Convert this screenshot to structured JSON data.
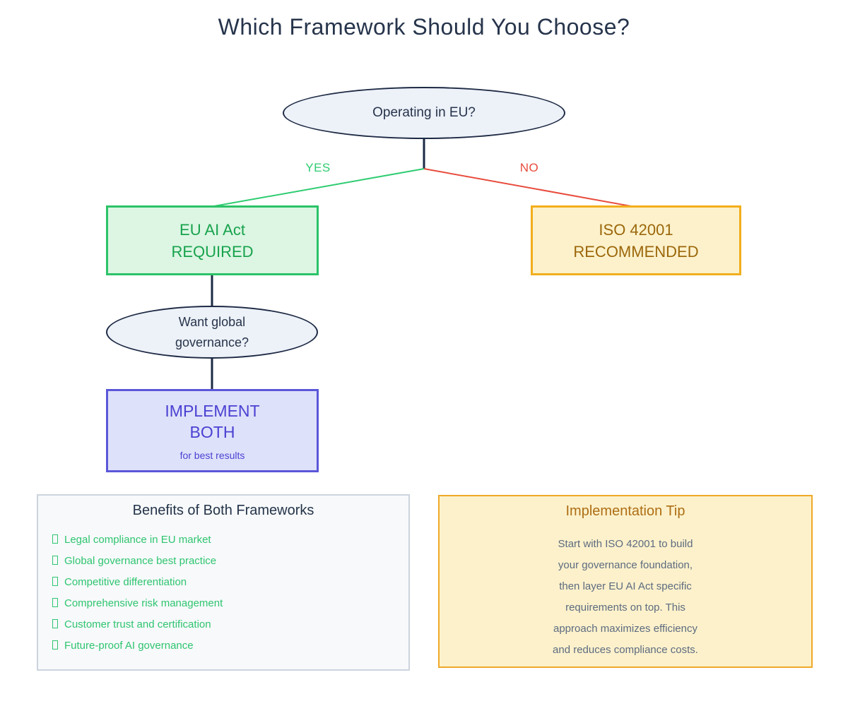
{
  "title": "Which Framework Should You Choose?",
  "flowchart": {
    "root_question": "Operating in EU?",
    "yes_label": "YES",
    "no_label": "NO",
    "eu_box": {
      "line1": "EU AI Act",
      "line2": "REQUIRED"
    },
    "iso_box": {
      "line1": "ISO 42001",
      "line2": "RECOMMENDED"
    },
    "second_question": {
      "line1": "Want global",
      "line2": "governance?"
    },
    "both_box": {
      "line1": "IMPLEMENT",
      "line2": "BOTH",
      "subtext": "for best results"
    }
  },
  "benefits_panel": {
    "title": "Benefits of Both Frameworks",
    "items": [
      "Legal compliance in EU market",
      "Global governance best practice",
      "Competitive differentiation",
      "Comprehensive risk management",
      "Customer trust and certification",
      "Future-proof AI governance"
    ]
  },
  "tip_panel": {
    "title": "Implementation Tip",
    "lines": [
      "Start with ISO 42001 to build",
      "your governance foundation,",
      "then layer EU AI Act specific",
      "requirements on top. This",
      "approach maximizes efficiency",
      "and reduces compliance costs."
    ]
  },
  "colors": {
    "navy_text": "#26344b",
    "navy_border": "#1d2a44",
    "green_border": "#2bc368",
    "green_text": "#18a24d",
    "green_bright": "#2ecc71",
    "green_fill": "#dcf6e3",
    "red": "#e84c3d",
    "amber_border": "#f2ae1c",
    "amber_fill": "#fcf1cb",
    "brown_text": "#9c670b",
    "tip_title": "#ae6e14",
    "purple_border": "#5b57d9",
    "purple_fill": "#dee1fa",
    "purple_text": "#4a41d2",
    "panel_fill": "#f7f9fb",
    "panel_border": "#ccd4de",
    "body_text": "#5d6b80",
    "question_fill": "#edf1f8"
  }
}
